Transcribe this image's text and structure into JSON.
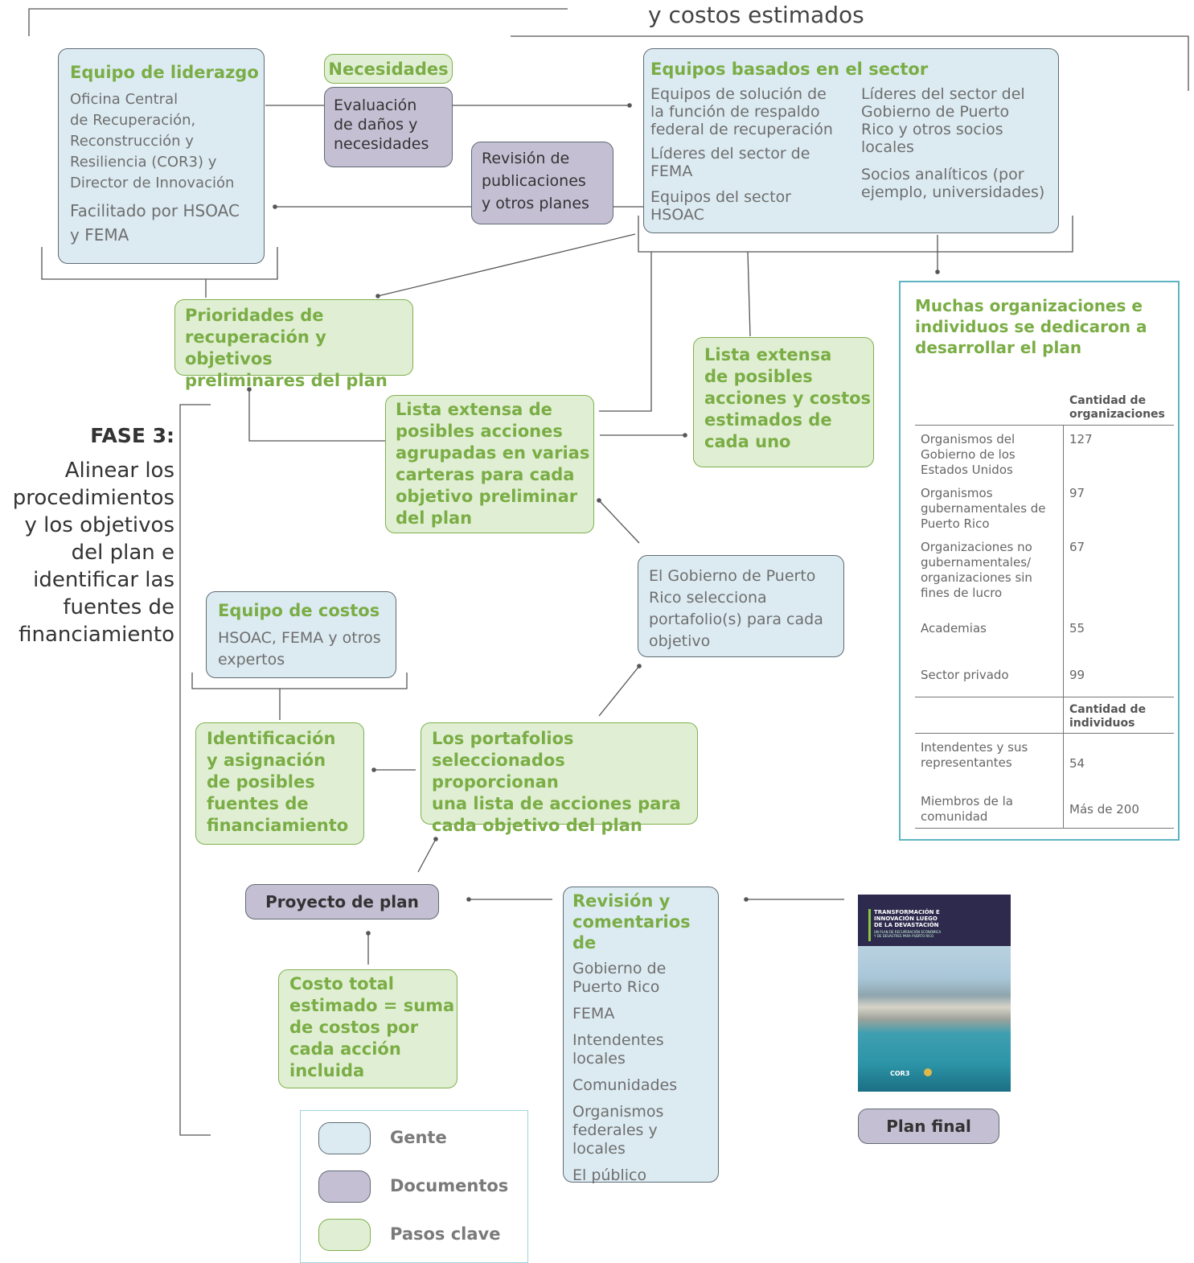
{
  "header_text": "y costos estimados",
  "phase": {
    "label": "FASE 3:",
    "description_lines": [
      "Alinear los",
      "procedimientos",
      "y los objetivos",
      "del plan e",
      "identificar las",
      "fuentes de",
      "financiamiento"
    ]
  },
  "leadership": {
    "title": "Equipo de liderazgo",
    "lines": [
      "Oficina Central",
      "de Recuperación,",
      "Reconstrucción y",
      "Resiliencia (COR3) y",
      "Director de Innovación"
    ],
    "facilitated_lines": [
      "Facilitado por HSOAC",
      "y FEMA"
    ]
  },
  "needs_label": "Necesidades",
  "damage_assessment_lines": [
    "Evaluación",
    "de daños y",
    "necesidades"
  ],
  "publications_review_lines": [
    "Revisión de",
    "publicaciones",
    "y otros planes"
  ],
  "sector_teams": {
    "title": "Equipos basados en el sector",
    "left_items": [
      {
        "lines": [
          "Equipos de solución de",
          "la función de respaldo",
          "federal de recuperación"
        ]
      },
      {
        "lines": [
          "Líderes del sector de",
          "FEMA"
        ]
      },
      {
        "lines": [
          "Equipos del sector",
          "HSOAC"
        ]
      }
    ],
    "right_items": [
      {
        "lines": [
          "Líderes del sector del",
          "Gobierno de Puerto",
          "Rico y otros socios",
          "locales"
        ]
      },
      {
        "lines": [
          "Socios analíticos (por",
          "ejemplo, universidades)"
        ]
      }
    ]
  },
  "priorities_lines": [
    "Prioridades de",
    "recuperación y objetivos",
    "preliminares del plan"
  ],
  "list_costs_lines": [
    "Lista extensa",
    "de posibles",
    "acciones y costos",
    "estimados de",
    "cada uno"
  ],
  "list_portfolios_lines": [
    "Lista extensa de",
    "posibles acciones",
    "agrupadas en varias",
    "carteras para cada",
    "objetivo preliminar",
    "del plan"
  ],
  "gov_selects_lines": [
    "El Gobierno de Puerto",
    "Rico selecciona",
    "portafolio(s) para cada",
    "objetivo"
  ],
  "cost_team": {
    "title": "Equipo de costos",
    "lines": [
      "HSOAC, FEMA y otros",
      "expertos"
    ]
  },
  "funding_lines": [
    "Identificación",
    "y asignación",
    "de posibles",
    "fuentes de",
    "financiamiento"
  ],
  "portfolios_selected_lines": [
    "Los portafolios",
    "seleccionados proporcionan",
    "una lista de acciones para",
    "cada objetivo del plan"
  ],
  "draft_plan": "Proyecto de plan",
  "total_cost_lines": [
    "Costo total",
    "estimado = suma",
    "de costos por",
    "cada acción",
    "incluida"
  ],
  "review": {
    "title_lines": [
      "Revisión y",
      "comentarios de"
    ],
    "items": [
      {
        "lines": [
          "Gobierno de",
          "Puerto Rico"
        ]
      },
      {
        "lines": [
          "FEMA"
        ]
      },
      {
        "lines": [
          "Intendentes",
          "locales"
        ]
      },
      {
        "lines": [
          "Comunidades"
        ]
      },
      {
        "lines": [
          "Organismos",
          "federales y",
          "locales"
        ]
      },
      {
        "lines": [
          "El público"
        ]
      }
    ]
  },
  "final_plan": "Plan final",
  "cover": {
    "title_lines": [
      "TRANSFORMACIÓN E",
      "INNOVACIÓN LUEGO",
      "DE LA DEVASTACIÓN"
    ],
    "subtitle_lines": [
      "UN PLAN DE RECUPERACIÓN ECONÓMICA",
      "Y DE DESASTRES PARA PUERTO RICO"
    ],
    "footer_logo": "COR3"
  },
  "organizations_table": {
    "title_lines": [
      "Muchas organizaciones e",
      "individuos se dedicaron a",
      "desarrollar el plan"
    ],
    "org_header_lines": [
      "Cantidad de",
      "organizaciones"
    ],
    "org_rows": [
      {
        "label_lines": [
          "Organismos del",
          "Gobierno de los",
          "Estados Unidos"
        ],
        "value": "127"
      },
      {
        "label_lines": [
          "Organismos",
          "gubernamentales de",
          "Puerto Rico"
        ],
        "value": "97"
      },
      {
        "label_lines": [
          "Organizaciones no",
          "gubernamentales/",
          "organizaciones sin",
          "fines de lucro"
        ],
        "value": "67"
      },
      {
        "label_lines": [
          "Academias"
        ],
        "value": "55"
      },
      {
        "label_lines": [
          "Sector privado"
        ],
        "value": "99"
      }
    ],
    "ind_header_lines": [
      "Cantidad de",
      "individuos"
    ],
    "ind_rows": [
      {
        "label_lines": [
          "Intendentes y sus",
          "representantes"
        ],
        "value": "54"
      },
      {
        "label_lines": [
          "Miembros de la",
          "comunidad"
        ],
        "value": "Más de 200"
      }
    ]
  },
  "legend": [
    {
      "label": "Gente",
      "color": "#dcebf2"
    },
    {
      "label": "Documentos",
      "color": "#c4bfd3"
    },
    {
      "label": "Pasos clave",
      "color": "#e0efd3"
    }
  ]
}
